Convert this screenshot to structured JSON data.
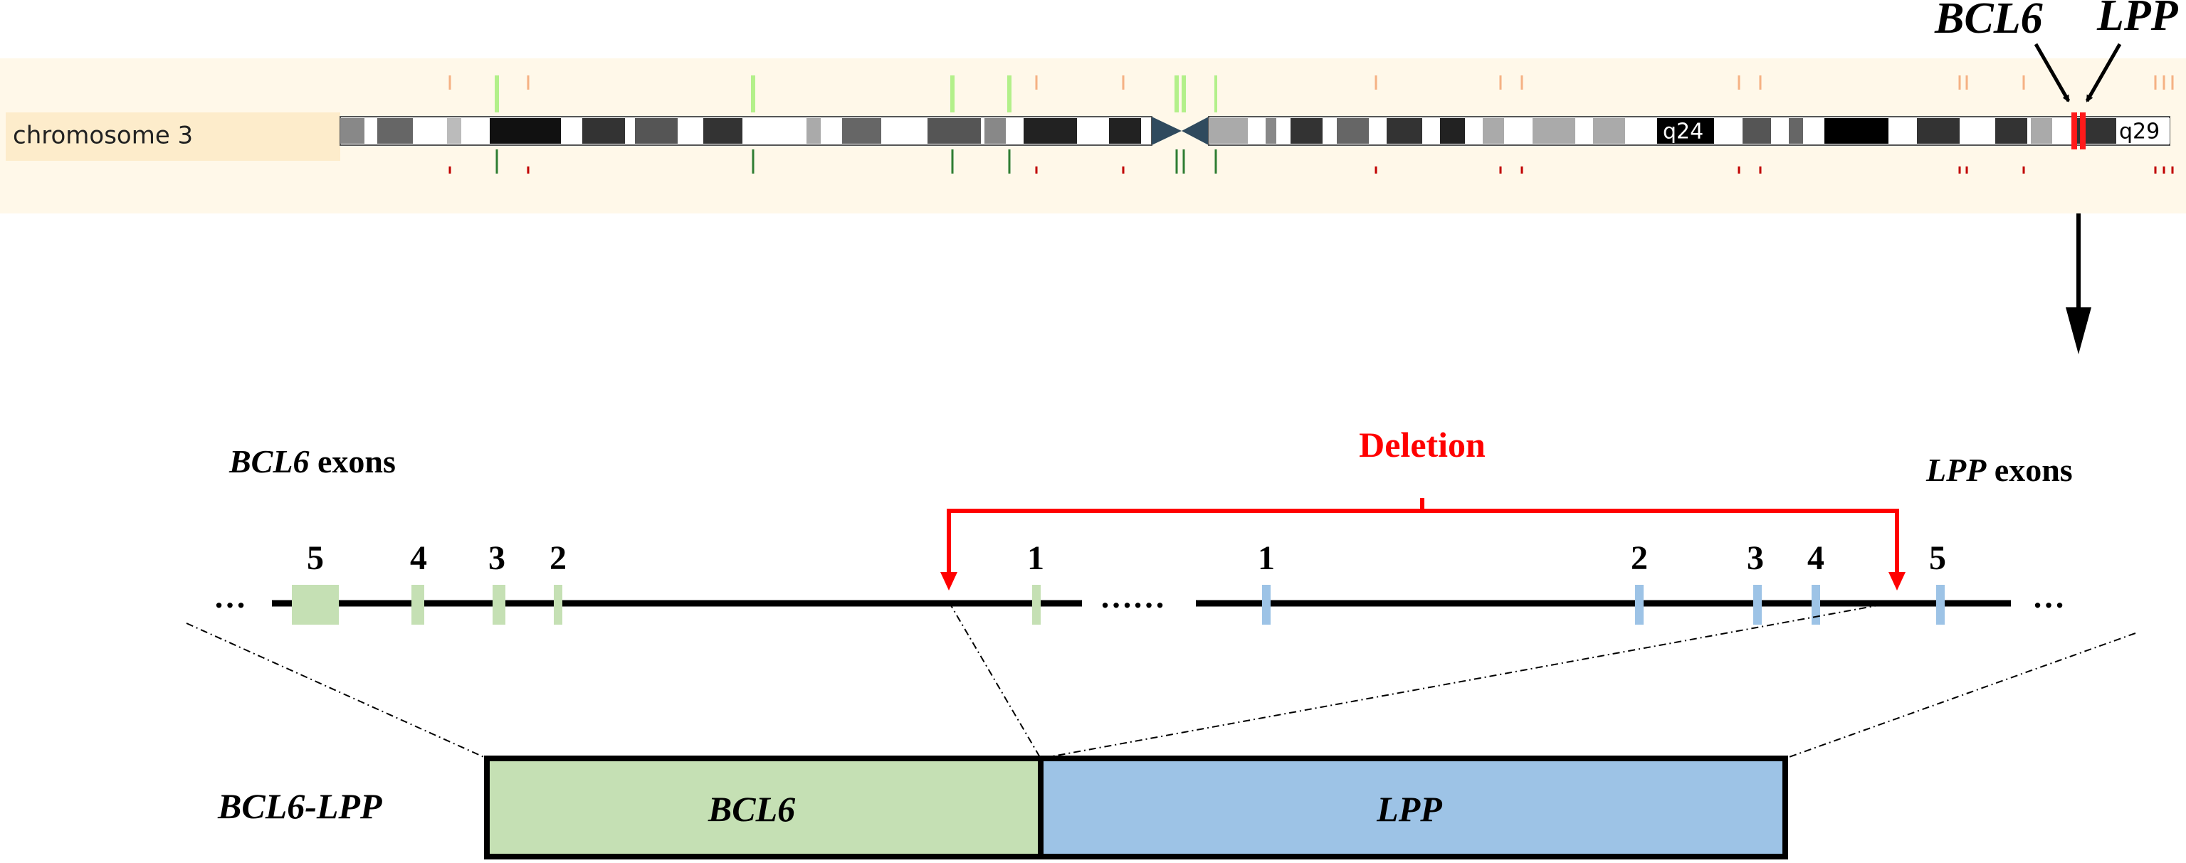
{
  "chromosome": {
    "label": "chromosome 3",
    "band_labels": [
      "q24",
      "q29"
    ]
  },
  "top_genes": {
    "gene_a": "BCL6",
    "gene_b": "LPP"
  },
  "deletion_label": "Deletion",
  "bcl6_track": {
    "gene": "BCL6",
    "suffix": " exons",
    "exon_numbers": [
      "5",
      "4",
      "3",
      "2",
      "1"
    ]
  },
  "lpp_track": {
    "gene": "LPP",
    "suffix": " exons",
    "exon_numbers": [
      "1",
      "2",
      "3",
      "4",
      "5"
    ]
  },
  "ellipses": {
    "left": "…",
    "middle": "……",
    "right": "…"
  },
  "fusion": {
    "label": "BCL6-LPP",
    "part_a": "BCL6",
    "part_b": "LPP"
  },
  "colors": {
    "bcl6_green": "#c5e0b4",
    "lpp_blue": "#9dc3e6",
    "deletion_red": "#ff0000",
    "highlight_red": "#ff1a1a",
    "band_bg": "#fff7e6"
  }
}
